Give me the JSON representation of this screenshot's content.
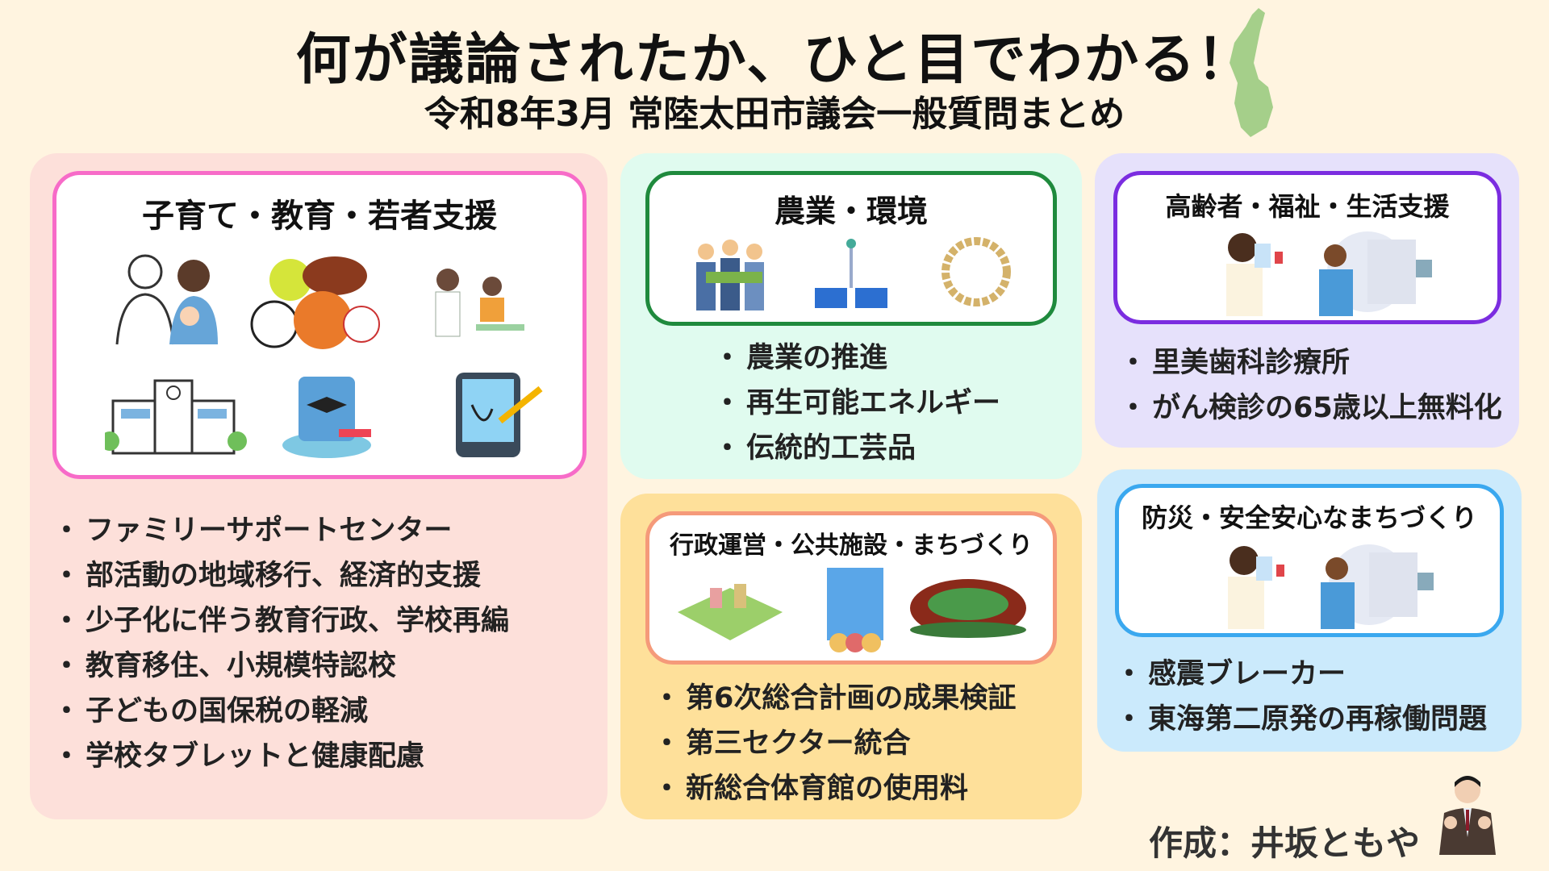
{
  "header": {
    "title": "何が議論されたか、ひと目でわかる！",
    "subtitle": "令和8年3月 常陸太田市議会一般質問まとめ"
  },
  "panels": {
    "education": {
      "title": "子育て・教育・若者支援",
      "color": "#fde0da",
      "border": "#f76bc8",
      "items": [
        "ファミリーサポートセンター",
        "部活動の地域移行、経済的支援",
        "少子化に伴う教育行政、学校再編",
        "教育移住、小規模特認校",
        "子どもの国保税の軽減",
        "学校タブレットと健康配慮"
      ]
    },
    "agriculture": {
      "title": "農業・環境",
      "color": "#e0fbef",
      "border": "#1f8a3d",
      "items": [
        "農業の推進",
        "再生可能エネルギー",
        "伝統的工芸品"
      ]
    },
    "administration": {
      "title": "行政運営・公共施設・まちづくり",
      "color": "#fee09a",
      "border": "#f59a7a",
      "items": [
        "第6次総合計画の成果検証",
        "第三セクター統合",
        "新総合体育館の使用料"
      ]
    },
    "welfare": {
      "title": "高齢者・福祉・生活支援",
      "color": "#e6e1fb",
      "border": "#7b2de0",
      "items": [
        "里美歯科診療所",
        "がん検診の65歳以上無料化"
      ]
    },
    "safety": {
      "title": "防災・安全安心なまちづくり",
      "color": "#cbeafc",
      "border": "#3aa8ef",
      "items": [
        "感震ブレーカー",
        "東海第二原発の再稼働問題"
      ]
    }
  },
  "footer": {
    "author": "作成：井坂ともや"
  }
}
